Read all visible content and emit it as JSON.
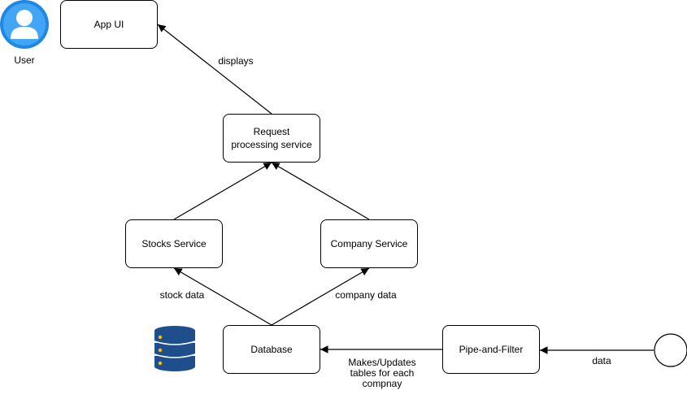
{
  "user": {
    "label": "User",
    "icon": "user-avatar-icon",
    "color": "#1E88E5"
  },
  "nodes": {
    "app_ui": "App UI",
    "request_service": "Request processing service",
    "stocks_service": "Stocks Service",
    "company_service": "Company Service",
    "database": "Database",
    "pipe_filter": "Pipe-and-Filter"
  },
  "edges": {
    "displays": "displays",
    "stock_data": "stock data",
    "company_data": "company data",
    "makes_updates": "Makes/Updates tables for each compnay",
    "data": "data"
  },
  "icons": {
    "database": "database-icon",
    "database_color": "#1F4E8C",
    "database_dots": "#F2C200"
  }
}
